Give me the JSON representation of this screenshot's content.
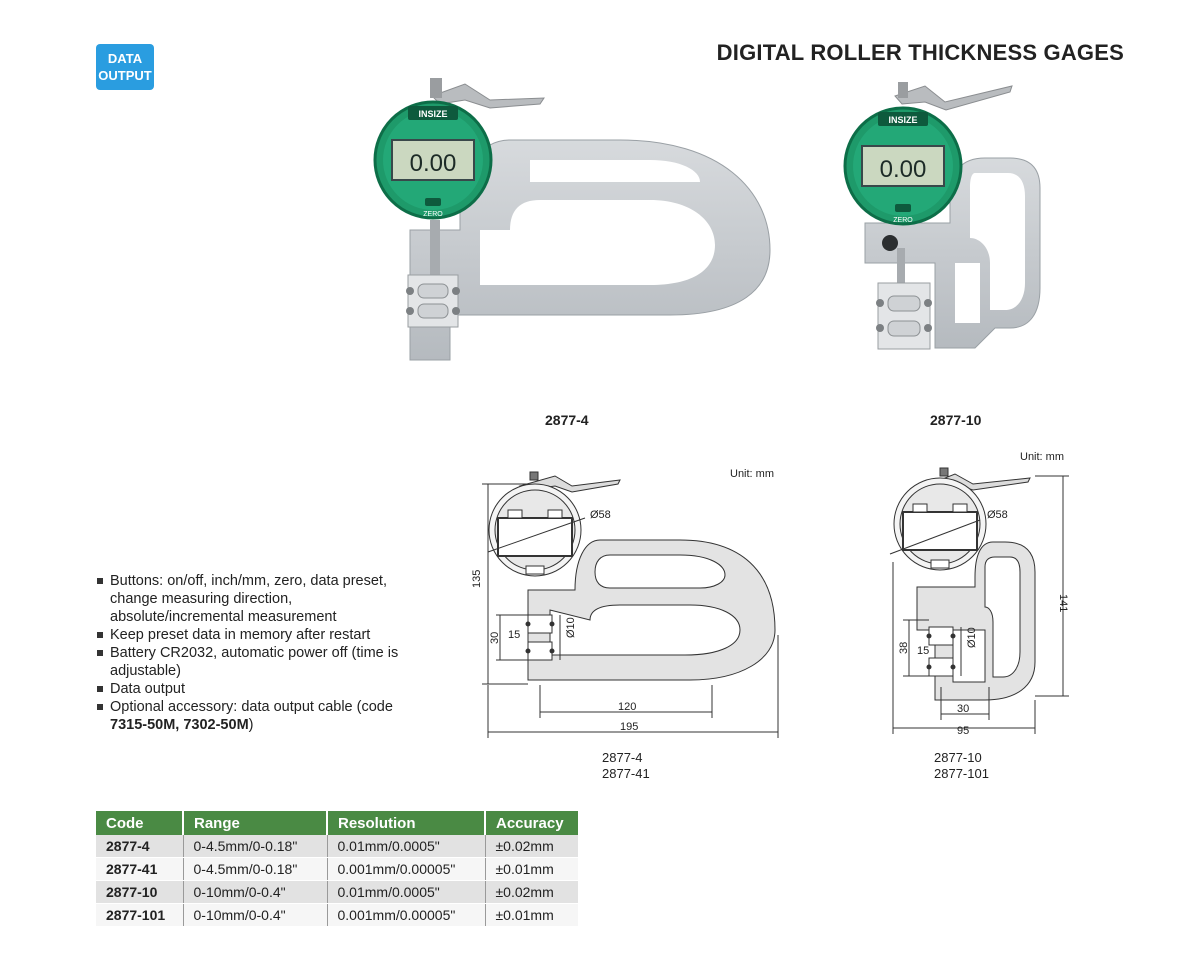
{
  "badge": {
    "line1": "DATA",
    "line2": "OUTPUT"
  },
  "page_title": "DIGITAL ROLLER THICKNESS GAGES",
  "brand": "INSIZE",
  "display_value": "0.00",
  "zero_label": "ZERO",
  "products": [
    {
      "model": "2877-4"
    },
    {
      "model": "2877-10"
    }
  ],
  "drawings": {
    "unit": "Unit: mm",
    "left": {
      "models": [
        "2877-4",
        "2877-41"
      ],
      "dims": {
        "dial": "Ø58",
        "roller": "Ø10",
        "height": "135",
        "throat": "30",
        "roller_w": "15",
        "depth": "120",
        "length": "195"
      }
    },
    "right": {
      "models": [
        "2877-10",
        "2877-101"
      ],
      "dims": {
        "dial": "Ø58",
        "roller": "Ø10",
        "height": "141",
        "throat": "38",
        "roller_w": "15",
        "depth": "30",
        "length": "95"
      }
    }
  },
  "features": [
    "Buttons: on/off, inch/mm, zero, data preset, change measuring direction, absolute/incremental measurement",
    "Keep preset data in memory after restart",
    "Battery CR2032, automatic power off (time is adjustable)",
    "Data output"
  ],
  "accessory": {
    "text": "Optional accessory: data output cable (code ",
    "codes": "7315-50M, 7302-50M",
    "close": ")"
  },
  "table": {
    "headers": [
      "Code",
      "Range",
      "Resolution",
      "Accuracy"
    ],
    "rows": [
      {
        "code": "2877-4",
        "range": "0-4.5mm/0-0.18\"",
        "resolution": "0.01mm/0.0005\"",
        "accuracy": "±0.02mm"
      },
      {
        "code": "2877-41",
        "range": "0-4.5mm/0-0.18\"",
        "resolution": "0.001mm/0.00005\"",
        "accuracy": "±0.01mm"
      },
      {
        "code": "2877-10",
        "range": "0-10mm/0-0.4\"",
        "resolution": "0.01mm/0.0005\"",
        "accuracy": "±0.02mm"
      },
      {
        "code": "2877-101",
        "range": "0-10mm/0-0.4\"",
        "resolution": "0.001mm/0.00005\"",
        "accuracy": "±0.01mm"
      }
    ]
  },
  "colors": {
    "badge": "#2a9de0",
    "table_header": "#4a8a44",
    "gauge_green": "#1e9a6a",
    "frame_gray": "#c9cdd1"
  }
}
